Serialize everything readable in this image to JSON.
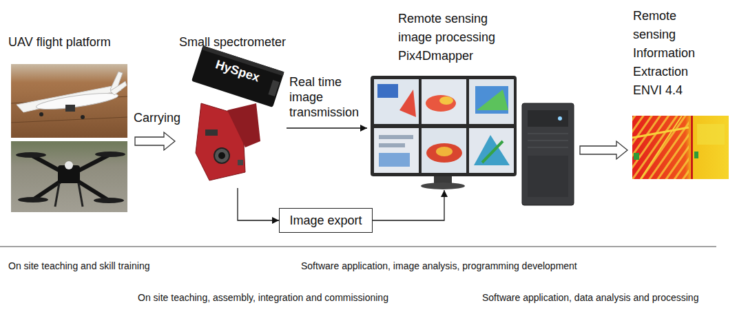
{
  "diagram": {
    "nodes": [
      {
        "text": [
          "UAV flight platform"
        ]
      },
      {
        "text": [
          "Small spectrometer"
        ]
      },
      {
        "text": [
          "Remote sensing image processing Pix4Dmapper"
        ]
      },
      {
        "text": [
          "Image export"
        ]
      },
      {
        "text": [
          "Remote sensing Information Extraction ENVI 4.4"
        ]
      }
    ],
    "edges": [
      {
        "from": 0,
        "to": 1,
        "label": "Carrying",
        "arrow": "to"
      },
      {
        "from": 1,
        "to": 2,
        "label": "Real time image transmission",
        "arrow": "to"
      },
      {
        "from": 1,
        "to": 3,
        "arrow": "to"
      },
      {
        "from": 3,
        "to": 2,
        "arrow": "to"
      },
      {
        "from": 2,
        "to": 4,
        "arrow": "to"
      }
    ],
    "labels": [
      "HySpex",
      "On site teaching and skill training",
      "Software application, image analysis, programming development",
      "On site teaching, assembly, integration and commissioning",
      "Software application, data analysis and processing"
    ]
  }
}
